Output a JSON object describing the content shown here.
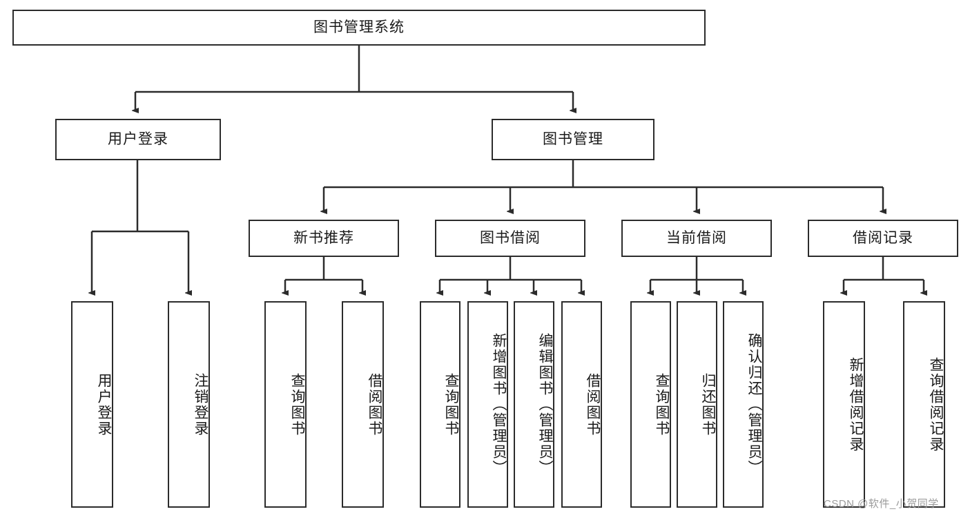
{
  "diagram": {
    "type": "tree-hierarchy",
    "title": "图书管理系统",
    "root": {
      "label": "图书管理系统"
    },
    "level2": [
      {
        "label": "用户登录"
      },
      {
        "label": "图书管理"
      }
    ],
    "level3": [
      {
        "label": "新书推荐"
      },
      {
        "label": "图书借阅"
      },
      {
        "label": "当前借阅"
      },
      {
        "label": "借阅记录"
      }
    ],
    "leaves": {
      "user_login": [
        {
          "label": "用户登录"
        },
        {
          "label": "注销登录"
        }
      ],
      "new_book_recommend": [
        {
          "label": "查询图书"
        },
        {
          "label": "借阅图书"
        }
      ],
      "book_borrow": [
        {
          "label": "查询图书"
        },
        {
          "label": "新增图书（管理员）"
        },
        {
          "label": "编辑图书（管理员）"
        },
        {
          "label": "借阅图书"
        }
      ],
      "current_borrow": [
        {
          "label": "查询图书"
        },
        {
          "label": "归还图书"
        },
        {
          "label": "确认归还（管理员）"
        }
      ],
      "borrow_record": [
        {
          "label": "新增借阅记录"
        },
        {
          "label": "查询借阅记录"
        }
      ]
    }
  },
  "watermark": {
    "text": "CSDN @软件_小贺同学"
  },
  "colors": {
    "stroke": "#2b2b2b",
    "fill": "#ffffff",
    "text": "#1a1a1a",
    "watermark": "#9b9b9b"
  }
}
